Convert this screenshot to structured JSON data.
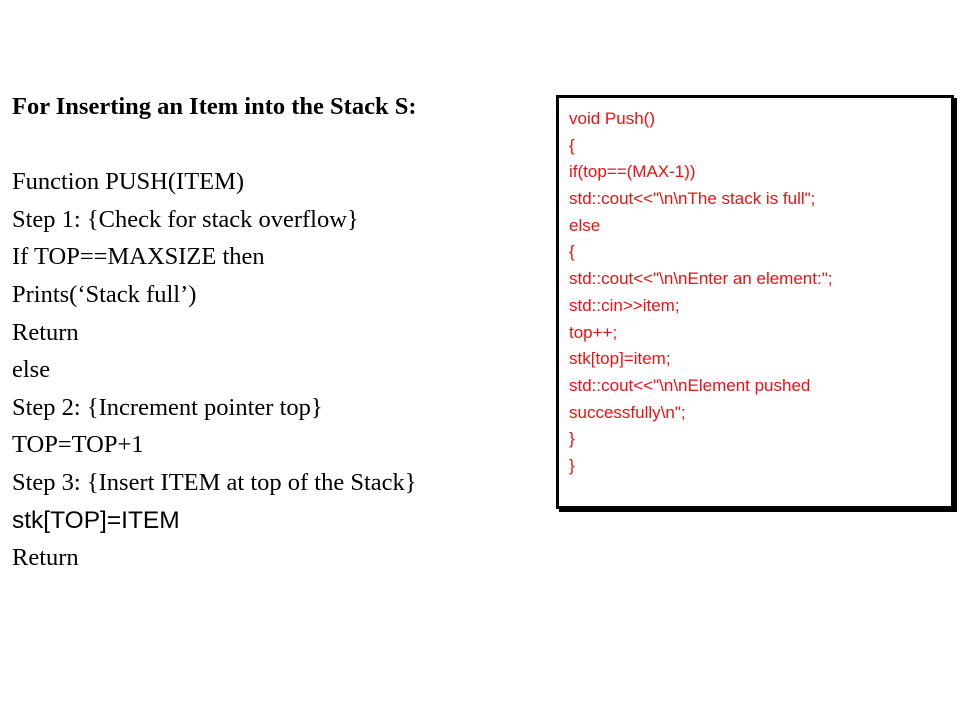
{
  "algorithm": {
    "title": "For Inserting an Item into the Stack S:",
    "lines": [
      "",
      "Function PUSH(ITEM)",
      "Step 1: {Check for stack overflow}",
      "If TOP==MAXSIZE then",
      "Prints(‘Stack full’)",
      "Return",
      "else",
      "Step 2: {Increment pointer top}",
      "TOP=TOP+1",
      "Step 3: {Insert ITEM at top of the Stack}",
      "stk[TOP]=ITEM",
      "Return"
    ]
  },
  "code": {
    "lines": [
      "void Push()",
      "{",
      "if(top==(MAX-1))",
      "std::cout<<\"\\n\\nThe stack is full\";",
      "else",
      "{",
      "std::cout<<\"\\n\\nEnter an element:\";",
      "std::cin>>item;",
      "top++;",
      "stk[top]=item;",
      "std::cout<<\"\\n\\nElement pushed",
      "successfully\\n\";",
      "}",
      "}"
    ],
    "text_color": "#ee1111"
  }
}
